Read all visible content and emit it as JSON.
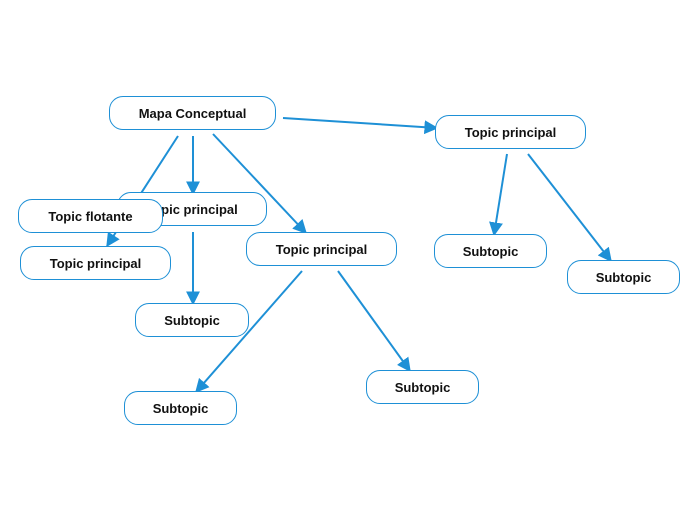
{
  "diagram": {
    "type": "concept-map",
    "line_color": "#1e90d6",
    "nodes": {
      "root": "Mapa Conceptual",
      "topic_right": "Topic principal",
      "topic_center_left": "Topic principal",
      "topic_center": "Topic principal",
      "topic_left": "Topic principal",
      "floating": "Topic flotante",
      "sub_right_a": "Subtopic",
      "sub_right_b": "Subtopic",
      "sub_center_left": "Subtopic",
      "sub_center_right": "Subtopic",
      "sub_center_bottom": "Subtopic"
    },
    "edges": [
      [
        "root",
        "topic_right"
      ],
      [
        "root",
        "topic_center_left"
      ],
      [
        "root",
        "topic_center"
      ],
      [
        "root",
        "topic_left"
      ],
      [
        "topic_right",
        "sub_right_a"
      ],
      [
        "topic_right",
        "sub_right_b"
      ],
      [
        "topic_center_left",
        "sub_center_left"
      ],
      [
        "topic_center",
        "sub_center_bottom"
      ],
      [
        "topic_center",
        "sub_center_right"
      ]
    ]
  }
}
